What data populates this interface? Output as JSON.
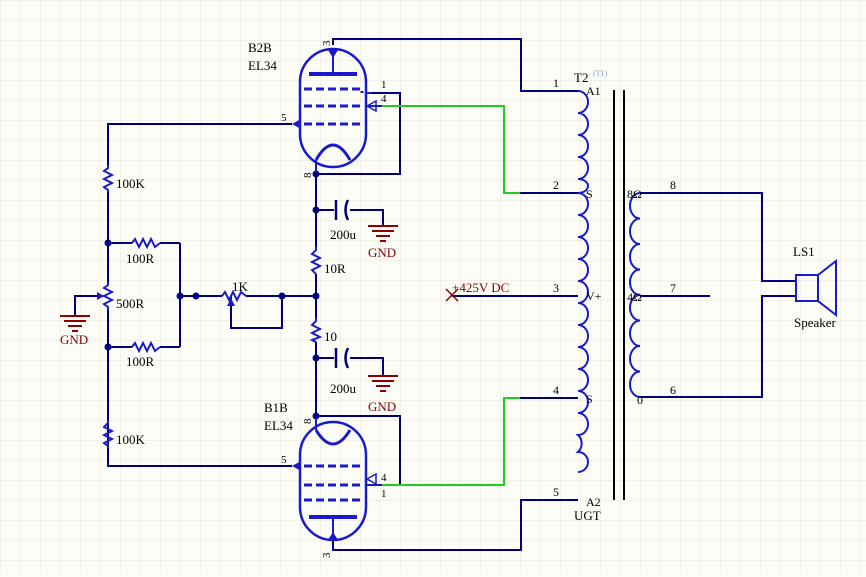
{
  "colors": {
    "background": "#fdfdf8",
    "grid": "#e7e4d8",
    "wire": "#00007f",
    "wire_highlight": "#1fcc1f",
    "component": "#1a1acc",
    "label": "#000000",
    "gnd_label": "#8b0000",
    "net_label": "#8b0000",
    "designator_faint": "#8aa0d0"
  },
  "tubes": {
    "top": {
      "designator": "B2B",
      "part": "EL34",
      "pin_anode": "3",
      "pin_g1": "5",
      "pin_g2": "4",
      "pin_g3": "1",
      "pin_cathode": "8"
    },
    "bottom": {
      "designator": "B1B",
      "part": "EL34",
      "pin_anode": "3",
      "pin_g1": "5",
      "pin_g2": "4",
      "pin_g3": "1",
      "pin_cathode": "8"
    }
  },
  "resistors": {
    "r_top": "100K",
    "r_bottom": "100K",
    "r_upper_mid": "100R",
    "r_lower_mid": "100R",
    "pot_bias": "500R",
    "pot_trim": "1K",
    "r_cathode_top": "10R",
    "r_cathode_bottom": "10"
  },
  "capacitors": {
    "c_top": "200u",
    "c_bottom": "200u"
  },
  "ground": {
    "label": "GND"
  },
  "supply": {
    "label": "+425V DC"
  },
  "transformer": {
    "designator": "T2",
    "alt_designator": "(T1)",
    "type_label": "UGT",
    "primary_pin_numbers": [
      "1",
      "2",
      "3",
      "4",
      "5"
    ],
    "primary_pin_names": [
      "A1",
      "S",
      "V+",
      "S",
      "A2"
    ],
    "secondary_pin_numbers": [
      "8",
      "7",
      "6"
    ],
    "secondary_pin_names": [
      "8Ω",
      "4Ω",
      "0"
    ]
  },
  "speaker": {
    "designator": "LS1",
    "label": "Speaker"
  }
}
